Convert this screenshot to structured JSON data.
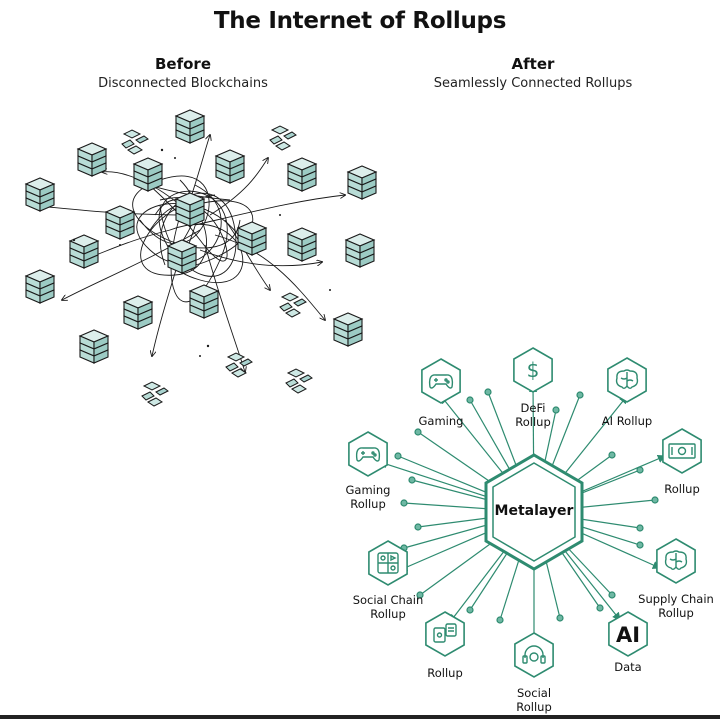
{
  "title": "The Internet of Rollups",
  "before": {
    "heading": "Before",
    "subtitle": "Disconnected Blockchains"
  },
  "after": {
    "heading": "After",
    "subtitle": "Seamlessly Connected Rollups",
    "hub_label": "Metalayer",
    "nodes": [
      {
        "label": "Gaming",
        "icon": "gamepad-icon"
      },
      {
        "label": "DeFi\nRollup",
        "icon": "dollar-icon"
      },
      {
        "label": "AI Rollup",
        "icon": "brain-circuit-icon"
      },
      {
        "label": "Rollup",
        "icon": "banknote-icon"
      },
      {
        "label": "Gaming\nRollup",
        "icon": "gamepad-icon"
      },
      {
        "label": "Supply Chain\nRollup",
        "icon": "brain-icon"
      },
      {
        "label": "Social Chain\nRollup",
        "icon": "media-grid-icon"
      },
      {
        "label": "Rollup",
        "icon": "devices-icon"
      },
      {
        "label": "AI",
        "icon": "ai-text-icon"
      },
      {
        "label": "Data",
        "icon": ""
      },
      {
        "label": "Social\nRollup",
        "icon": "headset-icon"
      }
    ]
  },
  "colors": {
    "teal": "#2e8b70",
    "cube_top": "#cde8e4",
    "cube_side": "#a9d3cf",
    "ink": "#1a1a1a"
  }
}
